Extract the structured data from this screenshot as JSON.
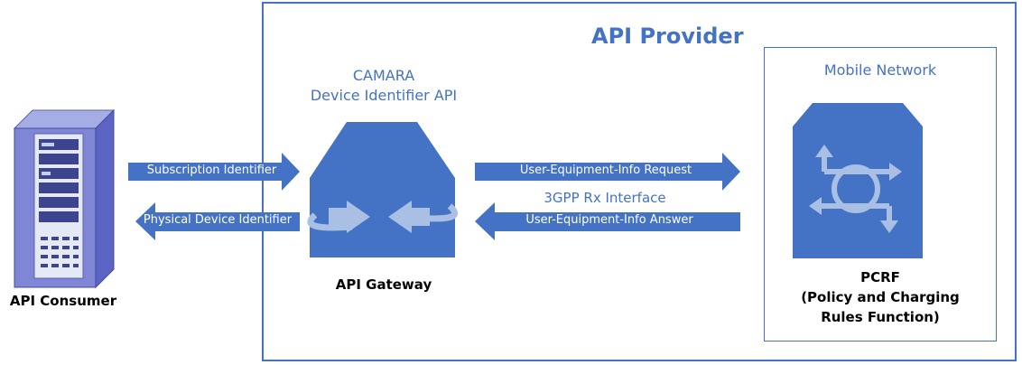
{
  "title": "API Provider",
  "api_name": {
    "line1": "CAMARA",
    "line2": "Device Identifier API"
  },
  "mobile_network": "Mobile Network",
  "consumer": {
    "label": "API Consumer"
  },
  "gateway": {
    "label": "API Gateway"
  },
  "pcrf": {
    "line1": "PCRF",
    "line2": "(Policy and Charging",
    "line3": "Rules Function)"
  },
  "interface_label": "3GPP Rx Interface",
  "arrows": {
    "subscription": "Subscription Identifier",
    "physical": "Physical Device Identifier",
    "request": "User-Equipment-Info Request",
    "answer": "User-Equipment-Info Answer"
  },
  "colors": {
    "accent": "#4472C4",
    "dark_blue": "#2F528F",
    "server_purple": "#7F86D6"
  }
}
